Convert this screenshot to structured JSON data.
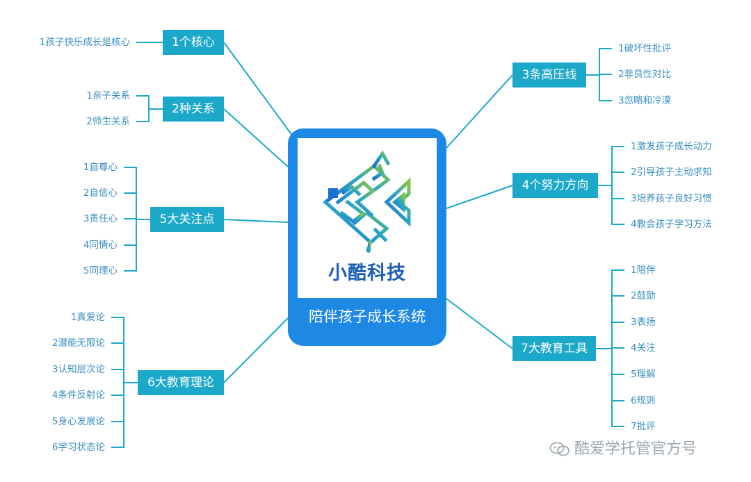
{
  "center": {
    "title": "陪伴孩子成长系统",
    "brand": "小酷科技"
  },
  "branches": {
    "core": {
      "label": "1个核心",
      "items": [
        "1孩子快乐成长是核心"
      ]
    },
    "relations": {
      "label": "2种关系",
      "items": [
        "1亲子关系",
        "2师生关系"
      ]
    },
    "attention": {
      "label": "5大关注点",
      "items": [
        "1自尊心",
        "2自信心",
        "3责任心",
        "4同情心",
        "5同理心"
      ]
    },
    "theories": {
      "label": "6大教育理论",
      "items": [
        "1真爱论",
        "2潜能无限论",
        "3认知层次论",
        "4条件反射论",
        "5身心发展论",
        "6学习状态论"
      ]
    },
    "redlines": {
      "label": "3条高压线",
      "items": [
        "1破坏性批评",
        "2非良性对比",
        "3忽略和冷漠"
      ]
    },
    "efforts": {
      "label": "4个努力方向",
      "items": [
        "1激发孩子成长动力",
        "2引导孩子主动求知",
        "3培养孩子良好习惯",
        "4教会孩子学习方法"
      ]
    },
    "tools": {
      "label": "7大教育工具",
      "items": [
        "1陪伴",
        "2鼓励",
        "3表扬",
        "4关注",
        "5理解",
        "6规则",
        "7批评"
      ]
    }
  },
  "watermark": "酷爱学托管官方号",
  "colors": {
    "branch_bg": "#1ba8c9",
    "center_bg": "#1e88e5",
    "leaf_text": "#3a8fc0",
    "line": "#1ba8c9"
  }
}
